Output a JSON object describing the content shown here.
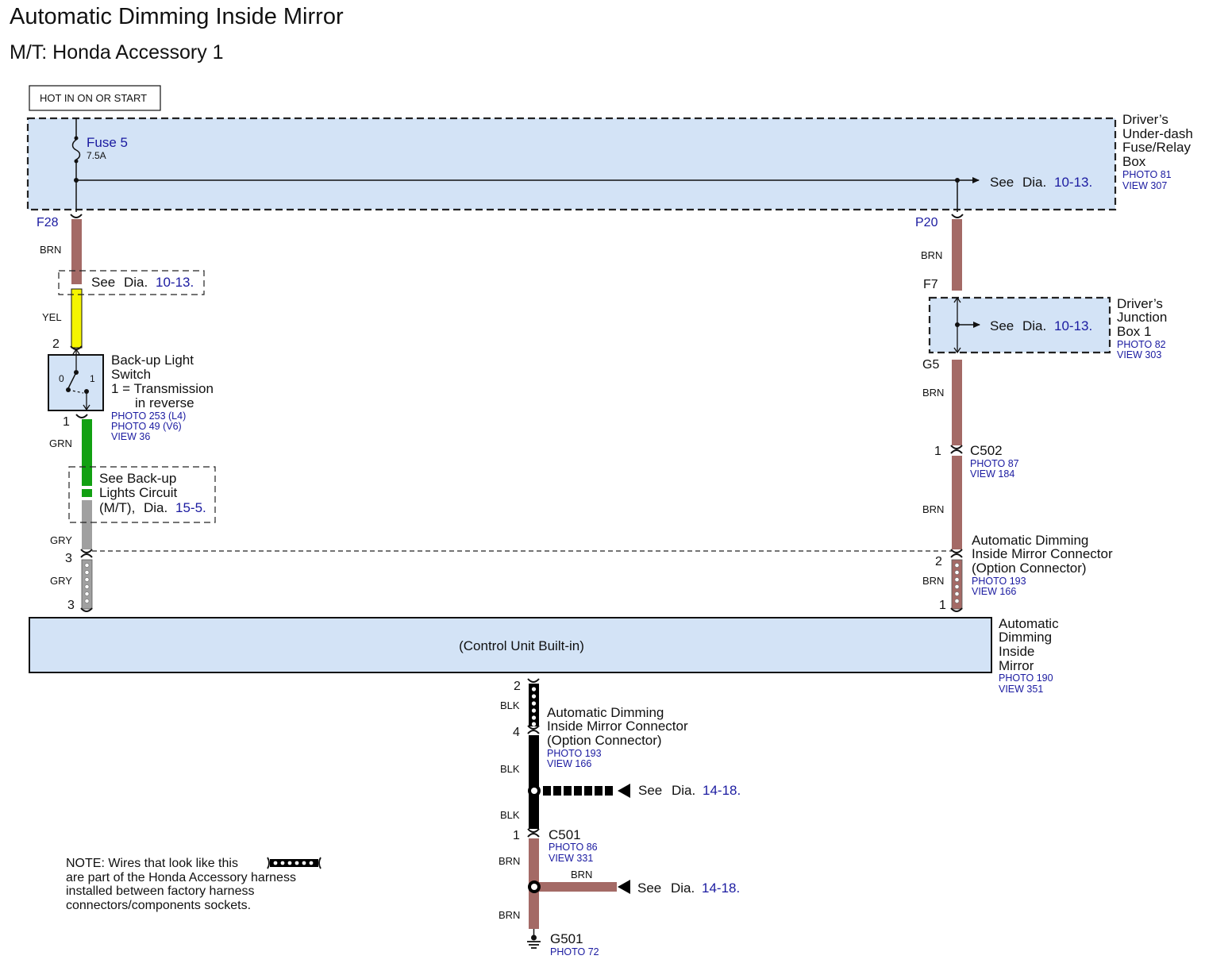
{
  "title": "Automatic Dimming Inside Mirror",
  "subtitle": "M/T: Honda Accessory 1",
  "hot_label": "HOT IN ON OR START",
  "fuse_box": {
    "name_lines": [
      "Driver’s",
      "Under-dash",
      "Fuse/Relay",
      "Box"
    ],
    "photo": "PHOTO 81",
    "view": "VIEW 307",
    "fuse_name": "Fuse 5",
    "fuse_rating": "7.5A",
    "see": "See",
    "dia": "Dia.",
    "dia_ref": "10-13.",
    "left_terminal": "F28",
    "right_terminal": "P20"
  },
  "left_branch": {
    "wire_1": "BRN",
    "see": "See",
    "dia": "Dia.",
    "dia_ref": "10-13.",
    "wire_2": "YEL",
    "switch_pin_top": "2",
    "switch_name_lines": [
      "Back-up Light",
      "Switch",
      "1 = Transmission",
      "in reverse"
    ],
    "switch_pos_0": "0",
    "switch_pos_1": "1",
    "switch_photos": [
      "PHOTO 253 (L4)",
      "PHOTO 49 (V6)",
      "VIEW 36"
    ],
    "switch_pin_bottom": "1",
    "wire_3": "GRN",
    "see_backup_lines": [
      "See Back-up",
      "Lights Circuit"
    ],
    "see_backup_mt": "(M/T),",
    "backup_dia_ref": "15-5.",
    "wire_4": "GRY",
    "opt_pin": "3",
    "wire_5": "GRY",
    "mirror_pin": "3"
  },
  "right_branch": {
    "wire_1": "BRN",
    "jb_top_terminal": "F7",
    "jb_name_lines": [
      "Driver’s",
      "Junction",
      "Box 1"
    ],
    "jb_photo": "PHOTO 82",
    "jb_view": "VIEW 303",
    "see": "See",
    "dia": "Dia.",
    "jb_dia_ref": "10-13.",
    "jb_bottom_terminal": "G5",
    "wire_2": "BRN",
    "c502_pin": "1",
    "c502_name": "C502",
    "c502_photo": "PHOTO 87",
    "c502_view": "VIEW 184",
    "wire_3": "BRN",
    "opt_pin": "2",
    "opt_name_lines": [
      "Automatic Dimming",
      "Inside Mirror Connector",
      "(Option Connector)"
    ],
    "opt_photo": "PHOTO 193",
    "opt_view": "VIEW 166",
    "wire_4": "BRN",
    "mirror_pin": "1"
  },
  "mirror": {
    "inner_label": "(Control Unit Built-in)",
    "name_lines": [
      "Automatic",
      "Dimming",
      "Inside",
      "Mirror"
    ],
    "photo": "PHOTO 190",
    "view": "VIEW 351"
  },
  "bottom_branch": {
    "mirror_pin": "2",
    "wire_1": "BLK",
    "opt_pin": "4",
    "opt_name_lines": [
      "Automatic Dimming",
      "Inside Mirror Connector",
      "(Option Connector)"
    ],
    "opt_photo": "PHOTO 193",
    "opt_view": "VIEW 166",
    "wire_2": "BLK",
    "see": "See",
    "dia": "Dia.",
    "splice1_dia_ref": "14-18.",
    "wire_3": "BLK",
    "c501_pin": "1",
    "c501_name": "C501",
    "c501_photo": "PHOTO 86",
    "c501_view": "VIEW 331",
    "wire_4": "BRN",
    "branch_wire": "BRN",
    "splice2_dia_ref": "14-18.",
    "wire_5": "BRN",
    "ground_name": "G501",
    "ground_photo": "PHOTO 72"
  },
  "note_lines": [
    "NOTE: Wires that look like this",
    "are part of the Honda Accessory harness",
    "installed between factory harness",
    "connectors/components sockets."
  ],
  "colors": {
    "box_fill": "#d3e3f6",
    "brn": "#a46a66",
    "yel": "#f5f500",
    "grn": "#12a012",
    "gry": "#a0a0a0",
    "blk": "#000000",
    "blue_text": "#1a1aa0"
  }
}
